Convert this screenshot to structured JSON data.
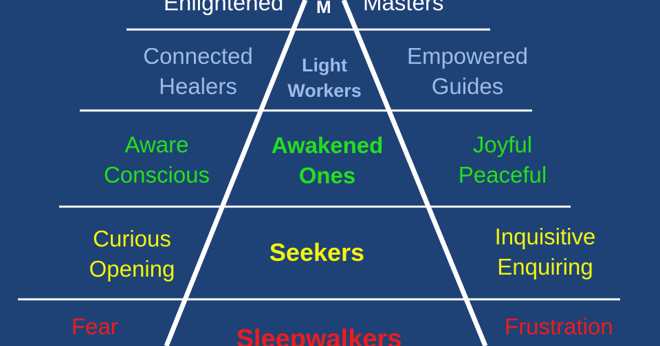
{
  "colors": {
    "background": "#1f4276",
    "lines": "#ffffff",
    "masters": "#ffffff",
    "light_workers": "#9dbbe8",
    "awakened": "#22e01c",
    "seekers": "#f4f40c",
    "sleepwalkers": "#ee1c1c"
  },
  "levels": {
    "masters": {
      "left": "Enlightened",
      "center": "M",
      "right": "Masters"
    },
    "light_workers": {
      "left": [
        "Connected",
        "Healers"
      ],
      "center": [
        "Light",
        "Workers"
      ],
      "right": [
        "Empowered",
        "Guides"
      ]
    },
    "awakened": {
      "left": [
        "Aware",
        "Conscious"
      ],
      "center": [
        "Awakened",
        "Ones"
      ],
      "right": [
        "Joyful",
        "Peaceful"
      ]
    },
    "seekers": {
      "left": [
        "Curious",
        "Opening"
      ],
      "center": "Seekers",
      "right": [
        "Inquisitive",
        "Enquiring"
      ]
    },
    "sleepwalkers": {
      "left": "Fear",
      "center": "Sleepwalkers",
      "right": "Frustration"
    }
  }
}
